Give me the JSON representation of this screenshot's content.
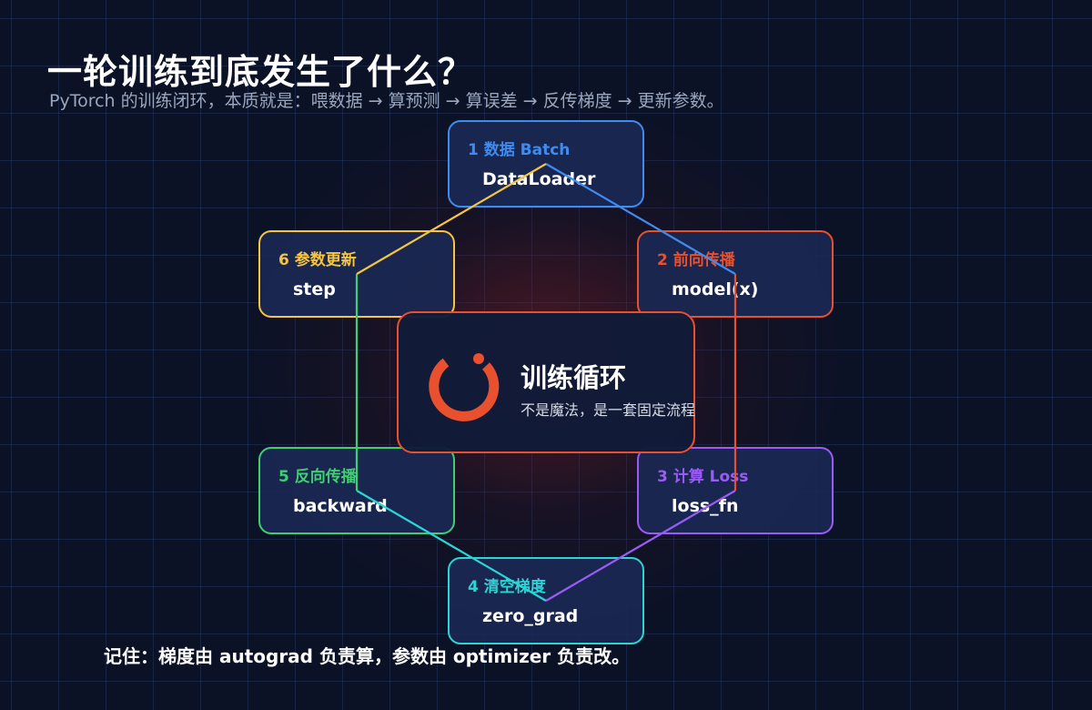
{
  "title": "一轮训练到底发生了什么？",
  "subtitle": "PyTorch 的训练闭环，本质就是：喂数据 → 算预测 → 算误差 → 反传梯度 → 更新参数。",
  "center": {
    "title": "训练循环",
    "subtitle": "不是魔法，是一套固定流程",
    "icon": "pytorch-logo-icon",
    "color": "#e8502e"
  },
  "nodes": [
    {
      "label": "1 数据 Batch",
      "code": "DataLoader",
      "color": "#3f8cf0"
    },
    {
      "label": "2 前向传播",
      "code": "model(x)",
      "color": "#e8502e"
    },
    {
      "label": "3 计算 Loss",
      "code": "loss_fn",
      "color": "#9b5cf6"
    },
    {
      "label": "4 清空梯度",
      "code": "zero_grad",
      "color": "#2dd4d4"
    },
    {
      "label": "5 反向传播",
      "code": "backward",
      "color": "#3fcf70"
    },
    {
      "label": "6 参数更新",
      "code": "step",
      "color": "#f5c542"
    }
  ],
  "footer": "记住：梯度由 autograd 负责算，参数由 optimizer 负责改。"
}
